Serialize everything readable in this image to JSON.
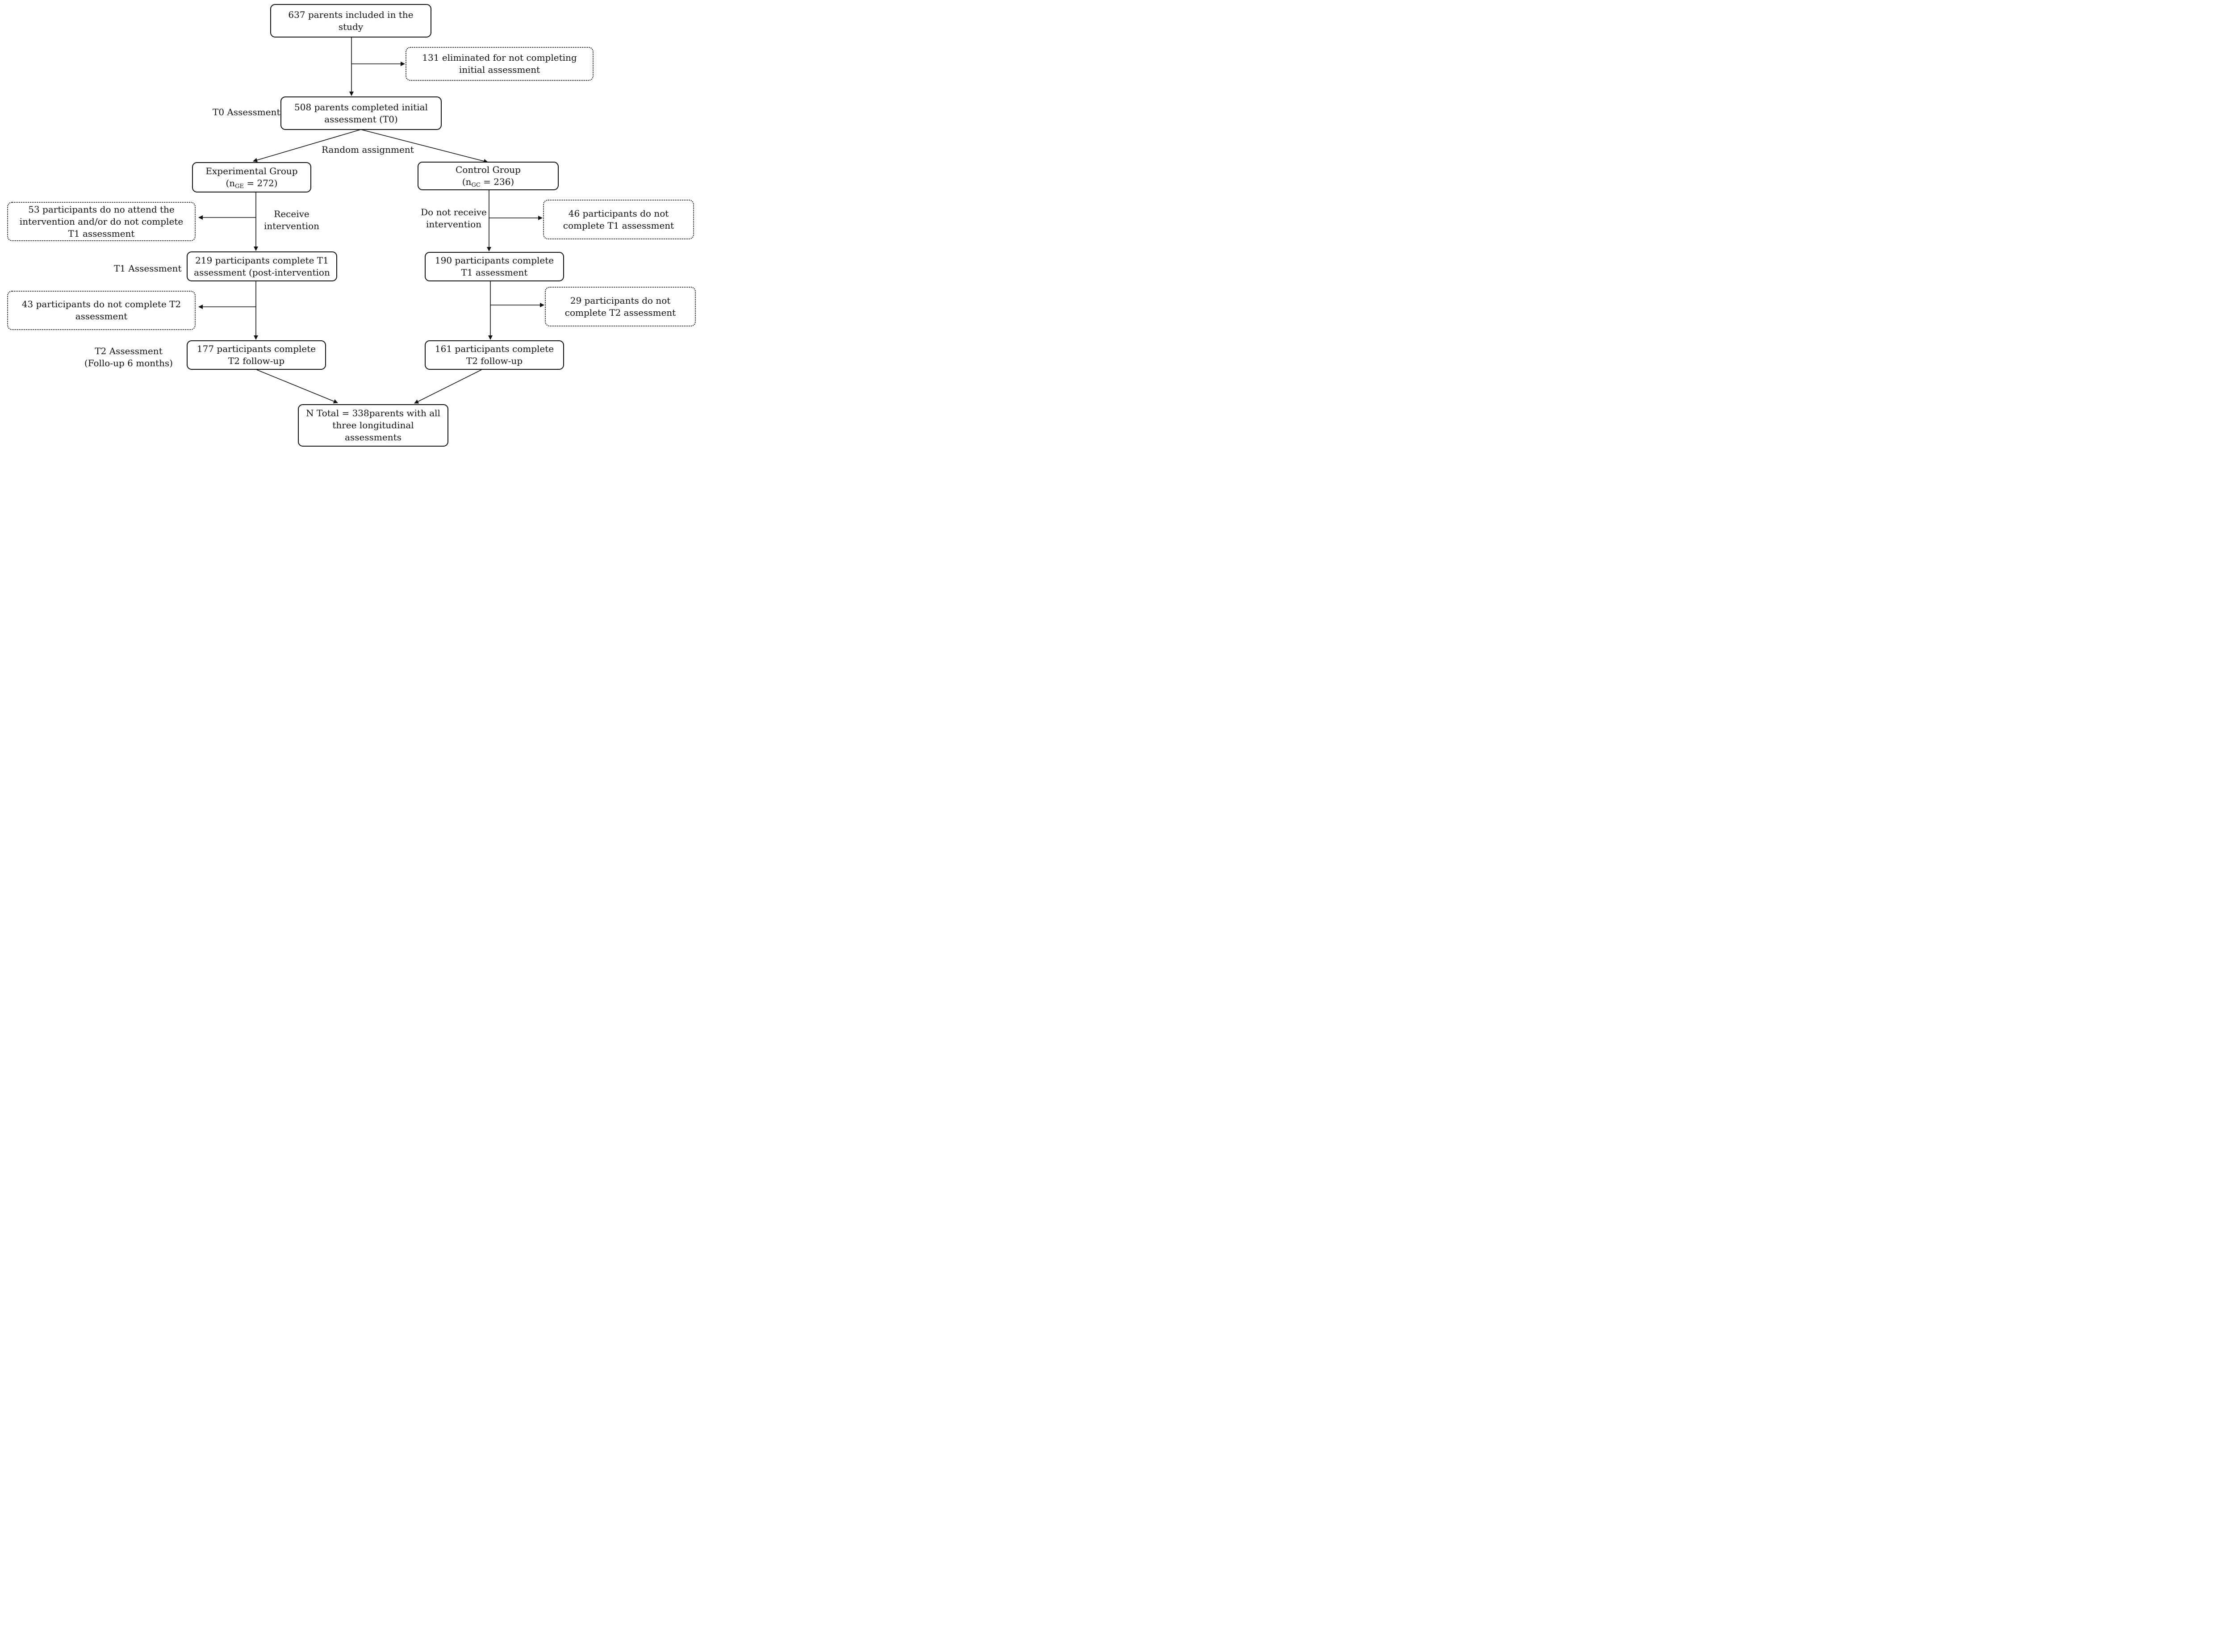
{
  "boxes": {
    "included": {
      "lines": [
        "637 parents included in the",
        "study"
      ]
    },
    "eliminated": {
      "lines": [
        "131 eliminated for not completing",
        "initial assessment"
      ]
    },
    "completed_t0": {
      "lines": [
        "508 parents completed initial",
        "assessment (T0)"
      ]
    },
    "experimental": {
      "line1": "Experimental Group",
      "n_prefix": "(n",
      "n_sub": "GE",
      "n_suffix": " = 272)"
    },
    "control": {
      "line1": "Control Group",
      "n_prefix": "(n",
      "n_sub": "GC",
      "n_suffix": " = 236)"
    },
    "exp_dropout_t1": {
      "lines": [
        "53 participants do no attend the",
        "intervention and/or do not complete",
        "T1 assessment"
      ]
    },
    "ctrl_dropout_t1": {
      "lines": [
        "46 participants do not",
        "complete T1 assessment"
      ]
    },
    "exp_t1": {
      "lines": [
        "219 participants complete  T1",
        "assessment (post-intervention"
      ]
    },
    "ctrl_t1": {
      "lines": [
        "190 participants complete",
        "T1 assessment"
      ]
    },
    "exp_dropout_t2": {
      "lines": [
        "43 participants do not complete T2",
        "assessment"
      ]
    },
    "ctrl_dropout_t2": {
      "lines": [
        "29 participants do not",
        "complete T2 assessment"
      ]
    },
    "exp_t2": {
      "lines": [
        "177 participants complete",
        "T2  follow-up"
      ]
    },
    "ctrl_t2": {
      "lines": [
        "161 participants complete",
        "T2 follow-up"
      ]
    },
    "total": {
      "lines": [
        "N Total = 338parents with all",
        "three longitudinal",
        "assessments"
      ]
    }
  },
  "labels": {
    "t0_assessment": [
      "T0 Assessment"
    ],
    "random_assignment": [
      "Random assignment"
    ],
    "receive_intervention": [
      "Receive",
      "intervention"
    ],
    "no_intervention": [
      "Do not receive",
      "intervention"
    ],
    "t1_assessment": [
      "T1 Assessment"
    ],
    "t2_assessment": [
      "T2 Assessment",
      "(Follo-up 6 months)"
    ]
  }
}
